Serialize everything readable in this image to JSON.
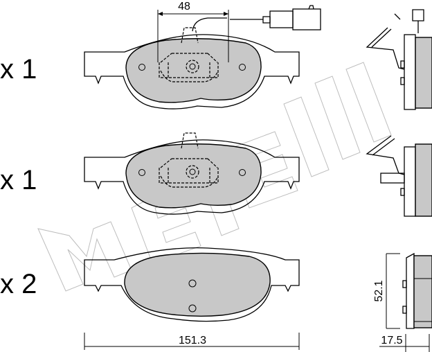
{
  "quantities": [
    "x 1",
    "x 1",
    "x 2"
  ],
  "dimensions": {
    "sensor_offset": "48",
    "pad_width": "151.3",
    "pad_height": "52.1",
    "pad_thickness": "17.5"
  },
  "watermark": "metelli",
  "colors": {
    "friction": "#c8c8c8",
    "line": "#000000",
    "watermark": "#bdbdbd"
  }
}
